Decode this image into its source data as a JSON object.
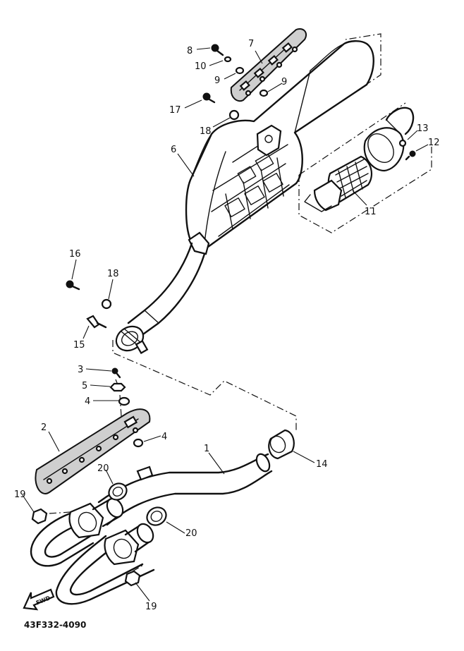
{
  "diagram_code": "43F332-4090",
  "fwd_label": "FWD",
  "callouts": [
    {
      "id": "c8",
      "label": "8"
    },
    {
      "id": "c7",
      "label": "7"
    },
    {
      "id": "c10",
      "label": "10"
    },
    {
      "id": "c9a",
      "label": "9"
    },
    {
      "id": "c9b",
      "label": "9"
    },
    {
      "id": "c17",
      "label": "17"
    },
    {
      "id": "c18a",
      "label": "18"
    },
    {
      "id": "c6",
      "label": "6"
    },
    {
      "id": "c13",
      "label": "13"
    },
    {
      "id": "c12",
      "label": "12"
    },
    {
      "id": "c11",
      "label": "11"
    },
    {
      "id": "c16",
      "label": "16"
    },
    {
      "id": "c18b",
      "label": "18"
    },
    {
      "id": "c15",
      "label": "15"
    },
    {
      "id": "c3",
      "label": "3"
    },
    {
      "id": "c5",
      "label": "5"
    },
    {
      "id": "c4a",
      "label": "4"
    },
    {
      "id": "c2",
      "label": "2"
    },
    {
      "id": "c4b",
      "label": "4"
    },
    {
      "id": "c1",
      "label": "1"
    },
    {
      "id": "c14",
      "label": "14"
    },
    {
      "id": "c20a",
      "label": "20"
    },
    {
      "id": "c19a",
      "label": "19"
    },
    {
      "id": "c20b",
      "label": "20"
    },
    {
      "id": "c19b",
      "label": "19"
    }
  ]
}
